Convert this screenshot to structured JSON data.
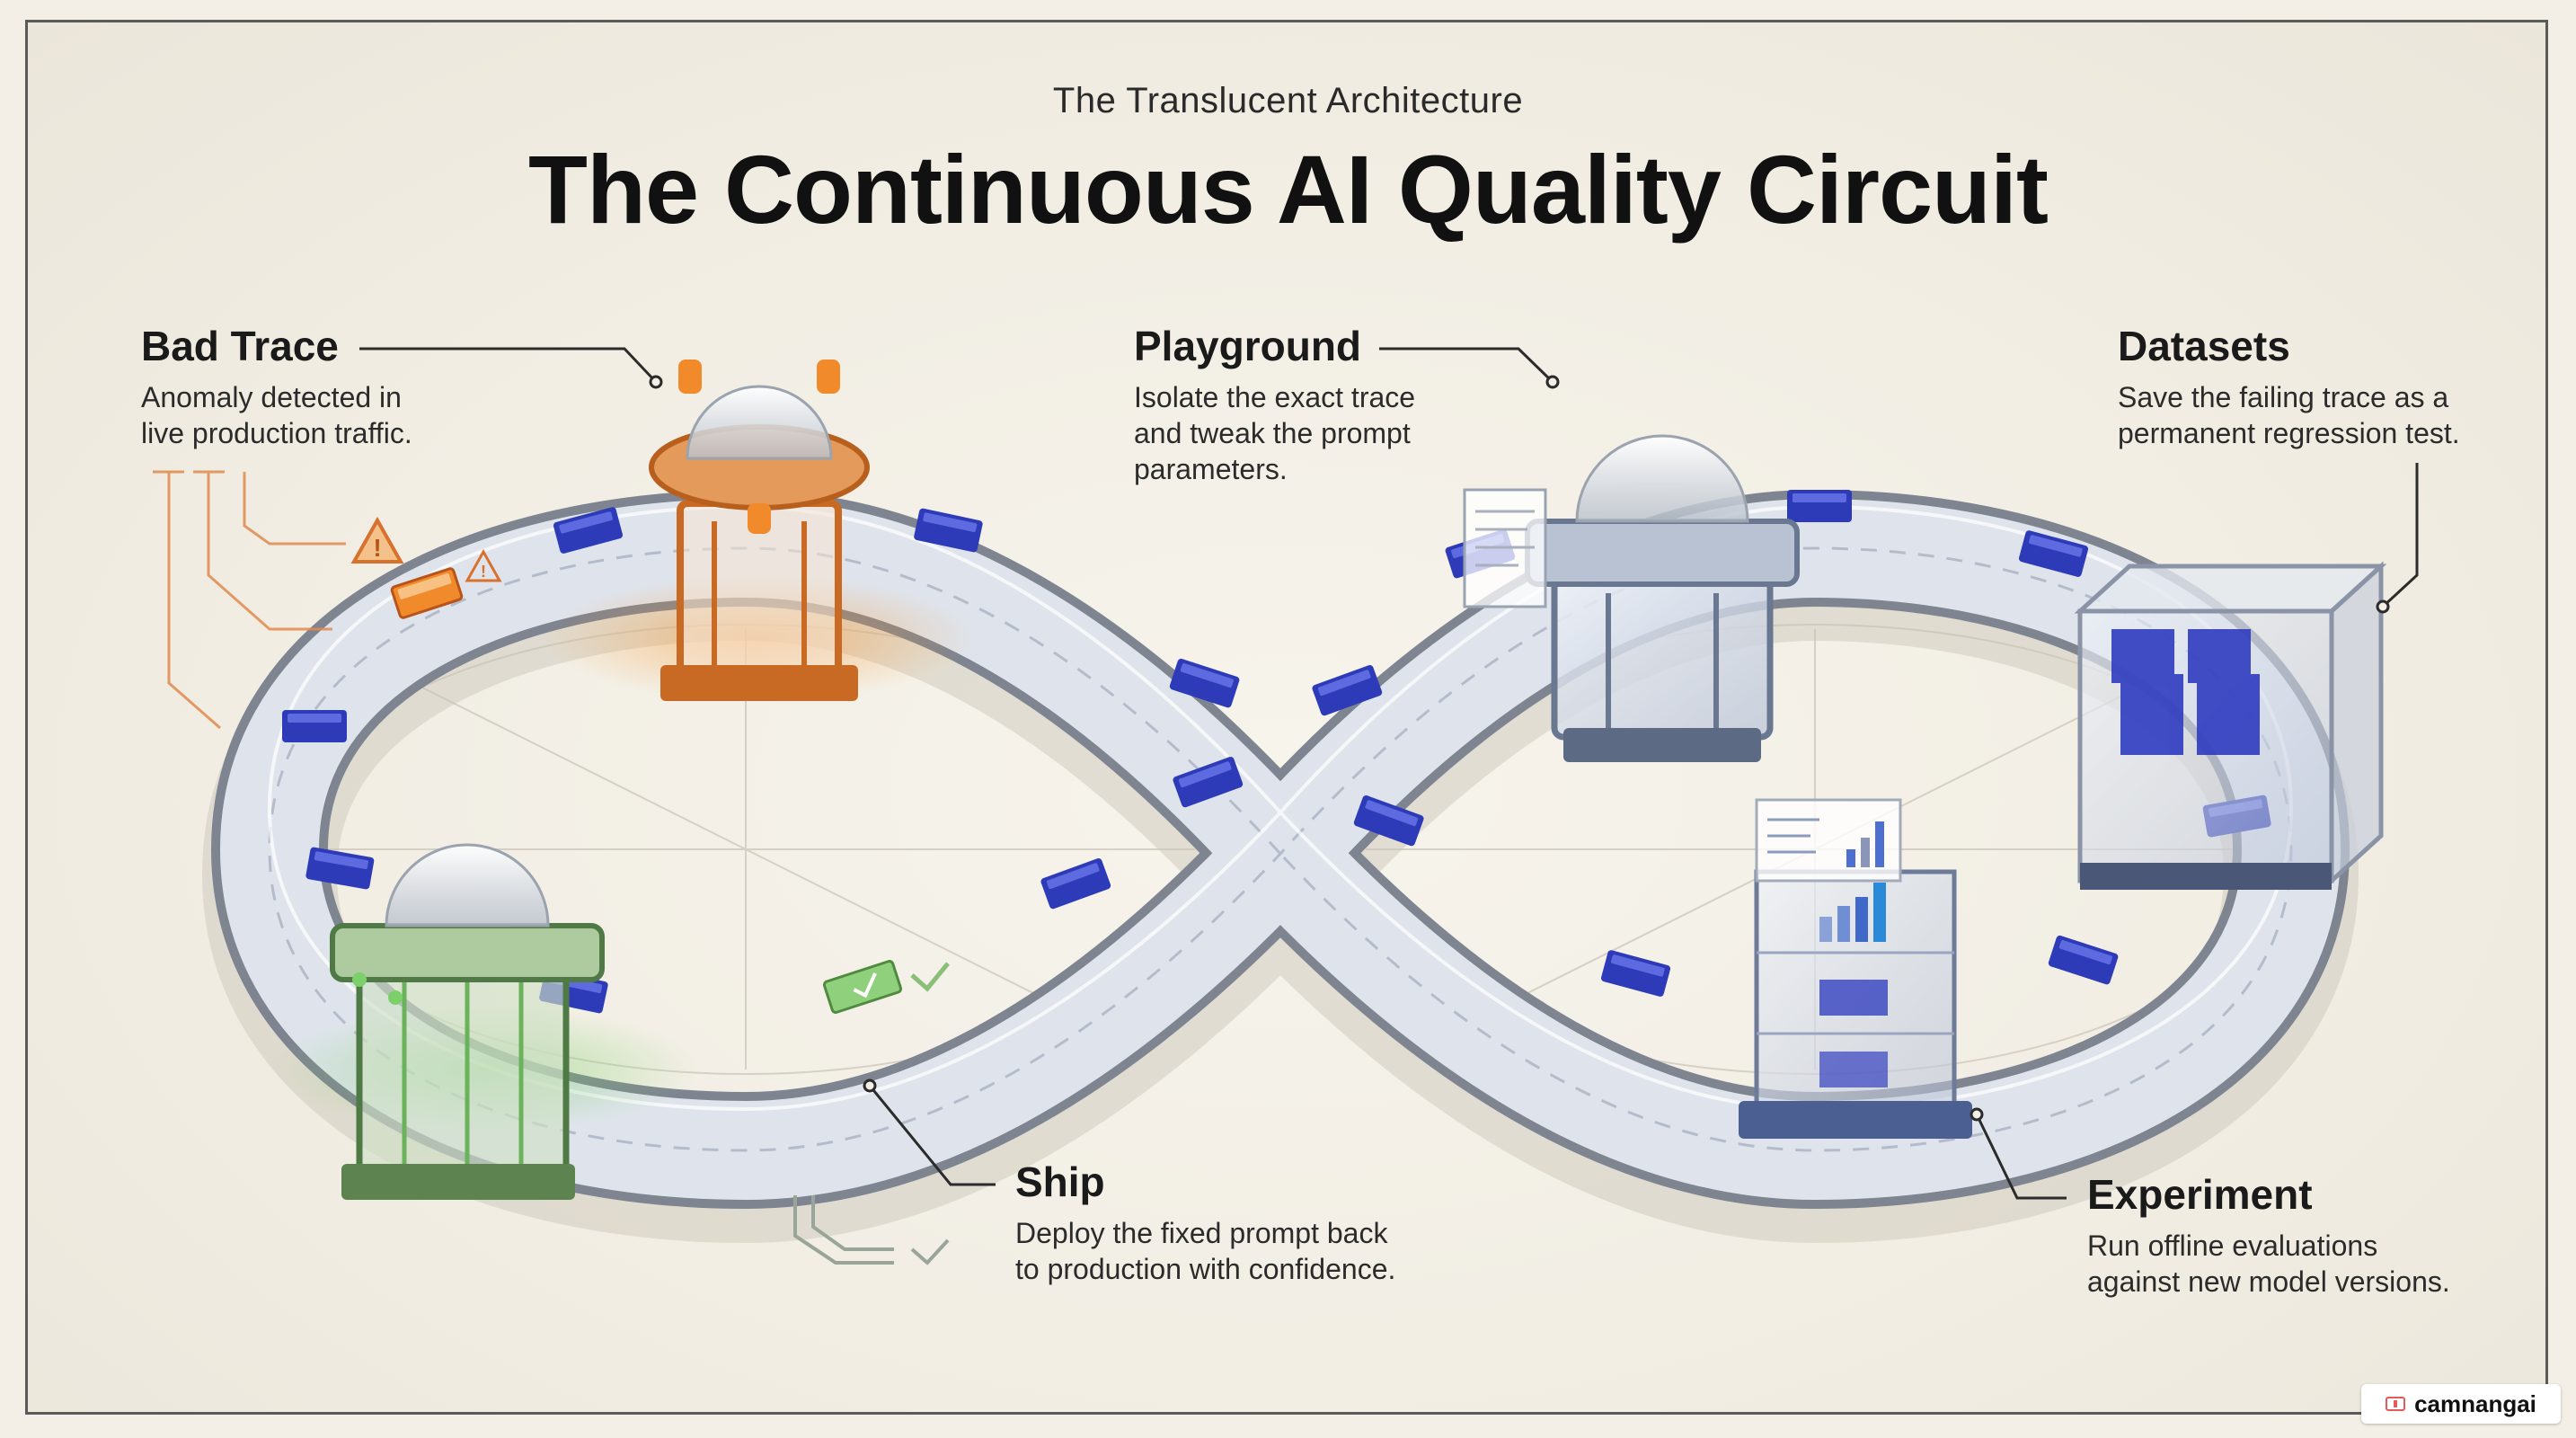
{
  "header": {
    "subtitle": "The Translucent Architecture",
    "title": "The Continuous AI Quality Circuit"
  },
  "stages": [
    {
      "id": "bad-trace",
      "title": "Bad Trace",
      "description_lines": [
        "Anomaly detected in",
        "live production traffic."
      ],
      "color": "#d8712e"
    },
    {
      "id": "playground",
      "title": "Playground",
      "description_lines": [
        "Isolate the exact trace",
        "and tweak the prompt",
        "parameters."
      ],
      "color": "#7d8aa3"
    },
    {
      "id": "datasets",
      "title": "Datasets",
      "description_lines": [
        "Save the failing trace as a",
        "permanent regression test."
      ],
      "color": "#8c96b0"
    },
    {
      "id": "experiment",
      "title": "Experiment",
      "description_lines": [
        "Run offline evaluations",
        "against new model versions."
      ],
      "color": "#3c5fa8"
    },
    {
      "id": "ship",
      "title": "Ship",
      "description_lines": [
        "Deploy the fixed prompt back",
        "to production with confidence."
      ],
      "color": "#6a9a5e"
    }
  ],
  "colors": {
    "track": "#d6dbe4",
    "track_edge": "#8a909c",
    "data_block": "#2d3bb8",
    "alert": "#e8852f",
    "success": "#6bb35a"
  },
  "watermark": {
    "label": "camnangai",
    "icon": "book-icon"
  }
}
